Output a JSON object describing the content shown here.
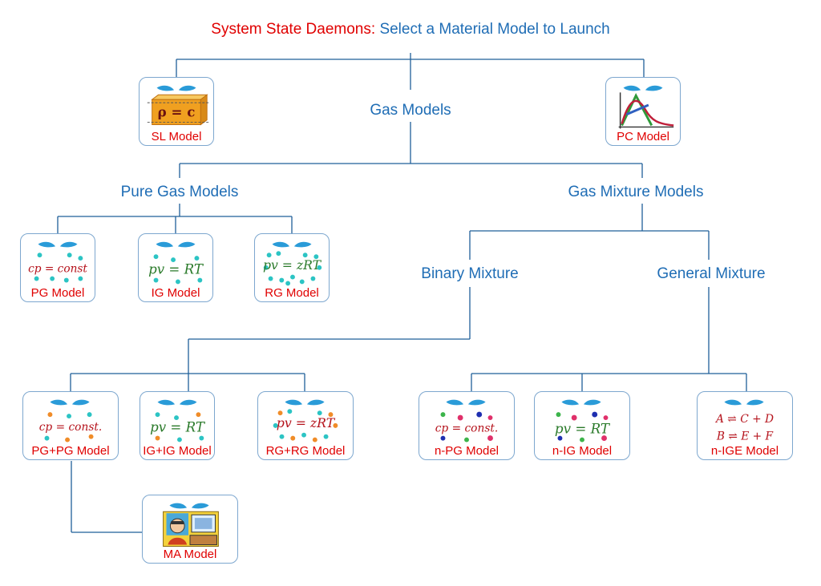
{
  "title": {
    "prefix": "System State Daemons:",
    "main": "Select a Material Model to Launch"
  },
  "groups": {
    "gas_models": "Gas Models",
    "pure_gas_models": "Pure Gas Models",
    "gas_mixture_models": "Gas Mixture Models",
    "binary_mixture": "Binary Mixture",
    "general_mixture": "General Mixture"
  },
  "models": {
    "sl": {
      "label": "SL Model",
      "formula": "ρ = c"
    },
    "pc": {
      "label": "PC Model"
    },
    "pg": {
      "label": "PG Model",
      "formula": "cp = const"
    },
    "ig": {
      "label": "IG Model",
      "formula": "pv = RT"
    },
    "rg": {
      "label": "RG Model",
      "formula": "pv = zRT"
    },
    "pgpg": {
      "label": "PG+PG Model",
      "formula": "cp = const."
    },
    "igig": {
      "label": "IG+IG Model",
      "formula": "pv = RT"
    },
    "rgrg": {
      "label": "RG+RG Model",
      "formula": "pv = zRT"
    },
    "npg": {
      "label": "n-PG Model",
      "formula": "cp = const."
    },
    "nig": {
      "label": "n-IG Model",
      "formula": "pv = RT"
    },
    "nige": {
      "label": "n-IGE Model",
      "formula1": "A ⇌ C + D",
      "formula2": "B ⇌ E + F"
    },
    "ma": {
      "label": "MA Model"
    }
  },
  "colors": {
    "title_red": "#e00000",
    "title_blue": "#1f6db5",
    "line": "#1f5f99",
    "eye": "#2a9bd8",
    "dot_cyan": "#2cc4c4",
    "dot_orange": "#f08c28",
    "dot_green": "#3cb44b",
    "dot_blue": "#1e2fb0",
    "dot_pink": "#e0306a",
    "formula_red": "#b5121b",
    "formula_green": "#2a7a2a"
  }
}
